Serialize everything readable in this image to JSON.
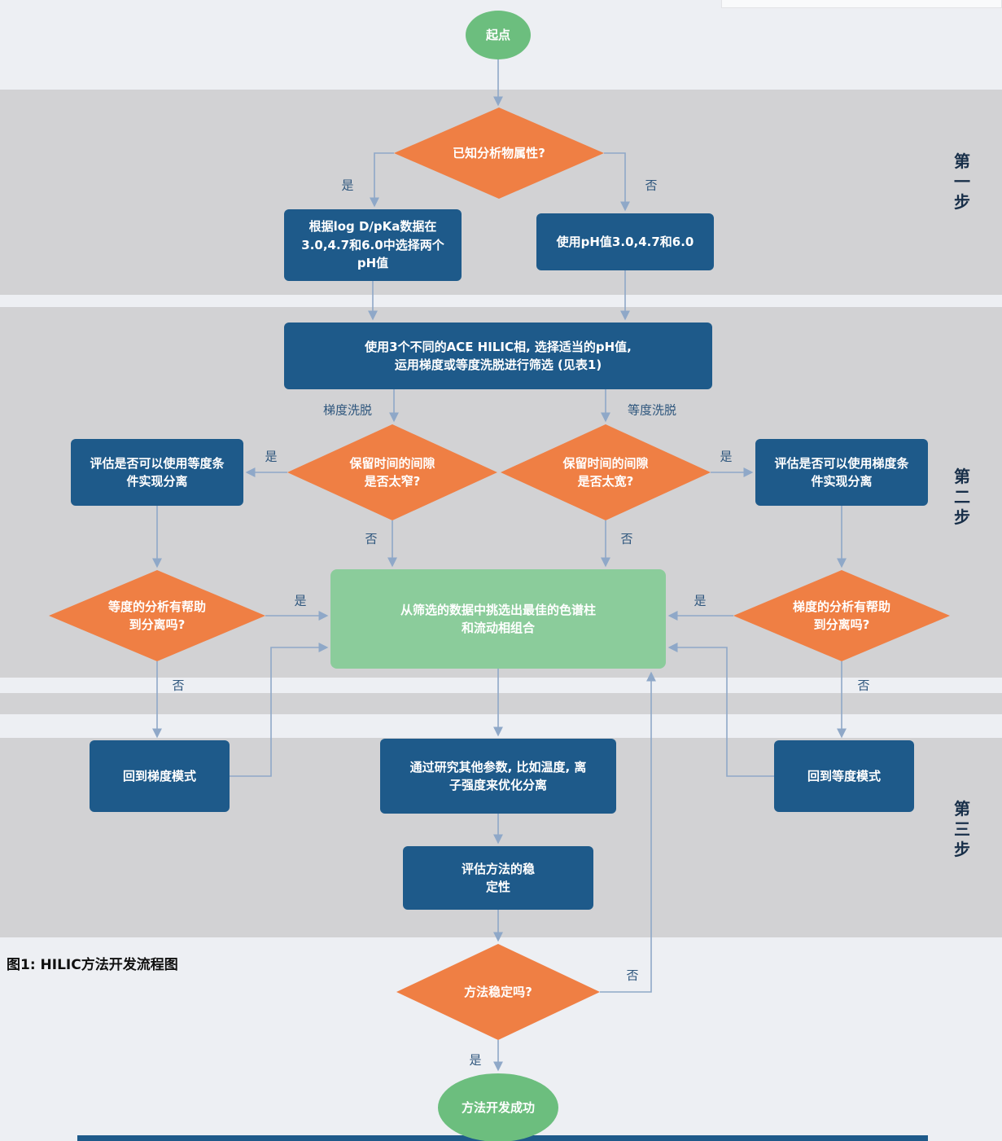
{
  "caption": "图1: HILIC方法开发流程图",
  "colors": {
    "background": "#edeff3",
    "step_band": "#d2d2d4",
    "node_blue": "#1e5a8a",
    "node_orange": "#ef7f44",
    "node_green_dark": "#6cbe7e",
    "node_green_light": "#8bcc9b",
    "connector": "#8fa8c8",
    "edge_label_text": "#2e567d",
    "step_label_text": "#182f49"
  },
  "steps": {
    "step1": "第一步",
    "step2": "第二步",
    "step3": "第三步"
  },
  "edge_labels": {
    "yes": "是",
    "no": "否",
    "gradient_elution": "梯度洗脱",
    "isocratic_elution": "等度洗脱"
  },
  "nodes": {
    "start": "起点",
    "known_properties": "已知分析物属性?",
    "select_two_ph": "根据log D/pKa数据在\n3.0,4.7和6.0中选择两个\npH值",
    "use_ph_values": "使用pH值3.0,4.7和6.0",
    "screen_phases": "使用3个不同的ACE HILIC相, 选择适当的pH值,\n运用梯度或等度洗脱进行筛选 (见表1)",
    "gap_too_narrow": "保留时间的间隙\n是否太窄?",
    "gap_too_wide": "保留时间的间隙\n是否太宽?",
    "evaluate_isocratic": "评估是否可以使用等度条\n件实现分离",
    "evaluate_gradient": "评估是否可以使用梯度条\n件实现分离",
    "isocratic_helpful": "等度的分析有帮助\n到分离吗?",
    "gradient_helpful": "梯度的分析有帮助\n到分离吗?",
    "pick_best": "从筛选的数据中挑选出最佳的色谱柱\n和流动相组合",
    "back_to_gradient": "回到梯度模式",
    "back_to_isocratic": "回到等度模式",
    "optimize_params": "通过研究其他参数, 比如温度, 离\n子强度来优化分离",
    "evaluate_robustness": "评估方法的稳\n定性",
    "method_stable": "方法稳定吗?",
    "success": "方法开发成功"
  }
}
